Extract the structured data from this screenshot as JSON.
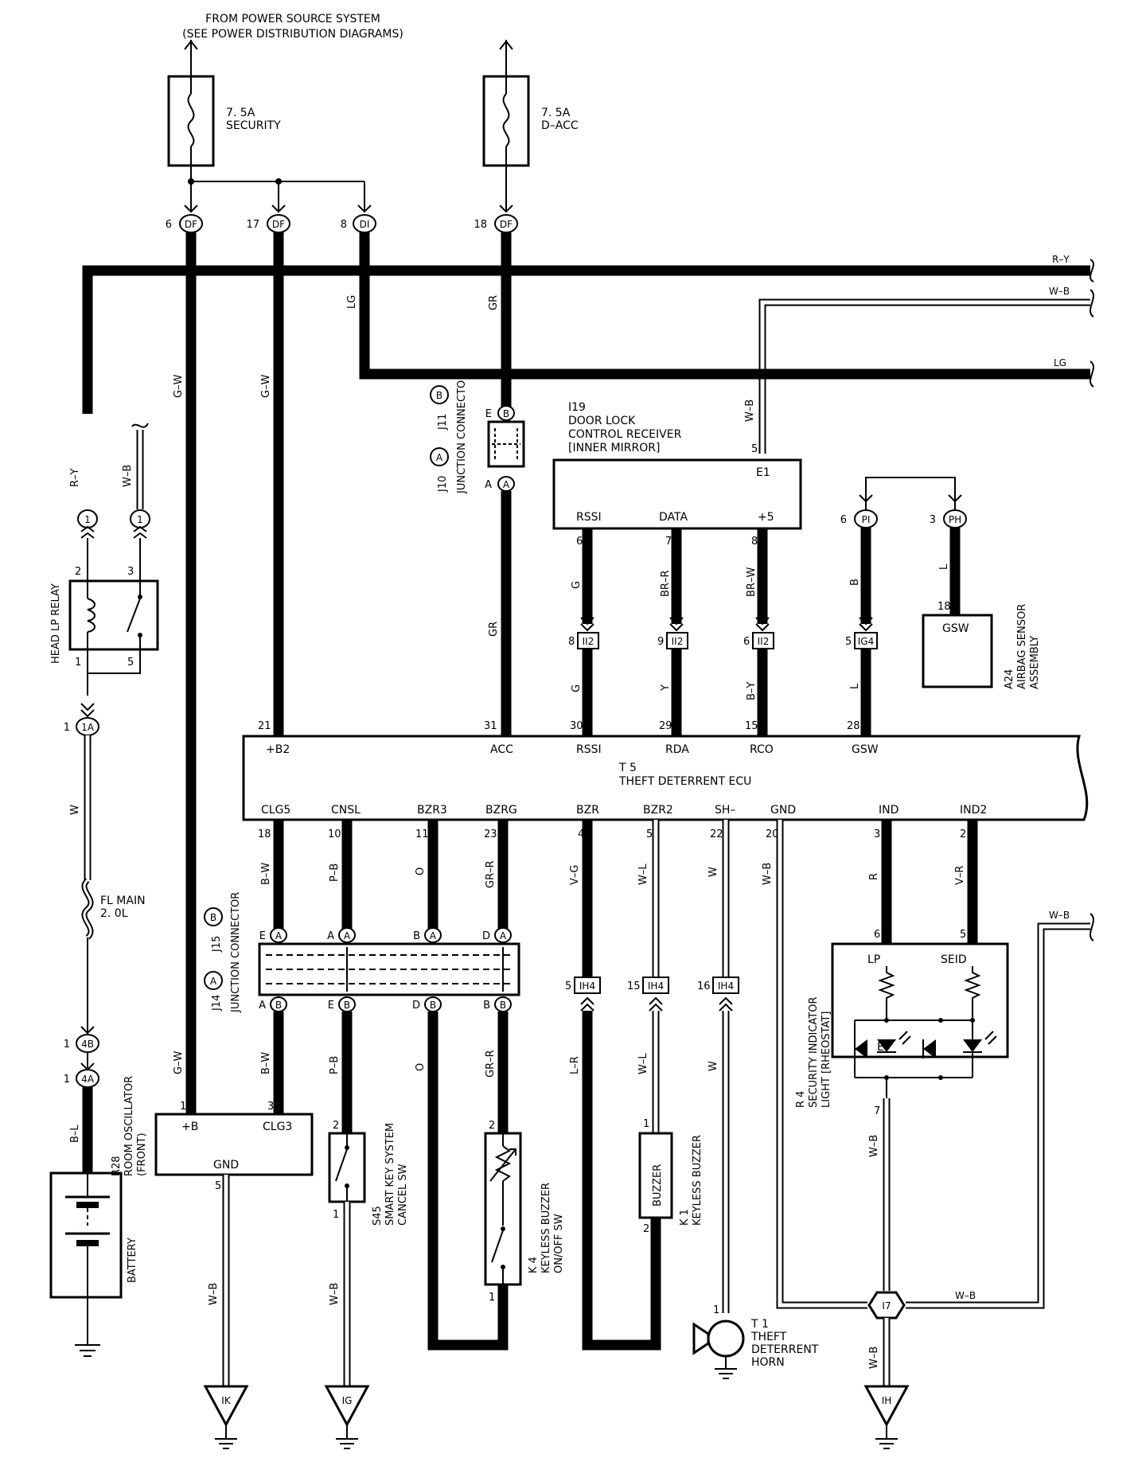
{
  "header": {
    "line1": "FROM POWER SOURCE SYSTEM",
    "line2": "(SEE POWER DISTRIBUTION DIAGRAMS)"
  },
  "fuses": [
    {
      "rating": "7. 5A",
      "name": "SECURITY"
    },
    {
      "rating": "7. 5A",
      "name": "D–ACC"
    },
    {
      "rating": "FL MAIN",
      "name": "2. 0L"
    }
  ],
  "junction_pins": {
    "df6": {
      "pin": "6",
      "id": "DF"
    },
    "df17": {
      "pin": "17",
      "id": "DF"
    },
    "di8": {
      "pin": "8",
      "id": "DI"
    },
    "df18": {
      "pin": "18",
      "id": "DF"
    }
  },
  "bus_wires": [
    {
      "color": "R–Y"
    },
    {
      "color": "W–B"
    },
    {
      "color": "LG"
    }
  ],
  "wire_colors": {
    "gw": "G–W",
    "lg": "LG",
    "gr": "GR",
    "wb": "W–B",
    "ry": "R–Y",
    "w": "W",
    "bl": "B–L",
    "g": "G",
    "brr": "BR–R",
    "brw": "BR–W",
    "b": "B",
    "l": "L",
    "y": "Y",
    "by": "B–Y",
    "bw": "B–W",
    "pb": "P–B",
    "o": "O",
    "grr": "GR–R",
    "vg": "V–G",
    "wl": "W–L",
    "r": "R",
    "vr": "V–R",
    "lr": "L–R"
  },
  "components": {
    "head_relay": {
      "name": "HEAD LP RELAY"
    },
    "battery": {
      "name": "BATTERY"
    },
    "junction_top": {
      "j11": "J11",
      "j10": "J10",
      "label": "JUNCTION CONNECTOR"
    },
    "door_lock": {
      "id": "I19",
      "line1": "DOOR LOCK",
      "line2": "CONTROL RECEIVER",
      "line3": "[INNER MIRROR]",
      "e1": "E1",
      "rssi": "RSSI",
      "data": "DATA",
      "p5": "+5"
    },
    "airbag": {
      "id": "A24",
      "line1": "AIRBAG SENSOR",
      "line2": "ASSEMBLY",
      "gsw": "GSW"
    },
    "ecu": {
      "id": "T 5",
      "name": "THEFT DETERRENT ECU",
      "top_pins": [
        {
          "num": "21",
          "label": "+B2"
        },
        {
          "num": "31",
          "label": "ACC"
        },
        {
          "num": "30",
          "label": "RSSI"
        },
        {
          "num": "29",
          "label": "RDA"
        },
        {
          "num": "15",
          "label": "RCO"
        },
        {
          "num": "28",
          "label": "GSW"
        }
      ],
      "bottom_pins": [
        {
          "num": "18",
          "label": "CLG5"
        },
        {
          "num": "10",
          "label": "CNSL"
        },
        {
          "num": "11",
          "label": "BZR3"
        },
        {
          "num": "23",
          "label": "BZRG"
        },
        {
          "num": "4",
          "label": "BZR"
        },
        {
          "num": "5",
          "label": "BZR2"
        },
        {
          "num": "22",
          "label": "SH–"
        },
        {
          "num": "20",
          "label": "GND"
        },
        {
          "num": "3",
          "label": "IND"
        },
        {
          "num": "2",
          "label": "IND2"
        }
      ]
    },
    "junction_bottom": {
      "j15": "J15",
      "j14": "J14",
      "label": "JUNCTION CONNECTOR"
    },
    "room_osc": {
      "id": "R28",
      "line1": "ROOM OSCILLATOR",
      "line2": "(FRONT)",
      "b": "+B",
      "clg3": "CLG3",
      "gnd": "GND"
    },
    "s45": {
      "id": "S45",
      "line1": "SMART KEY SYSTEM",
      "line2": "CANCEL SW"
    },
    "k4": {
      "id": "K 4",
      "line1": "KEYLESS BUZZER",
      "line2": "ON/OFF SW"
    },
    "k1": {
      "id": "K 1",
      "line1": "KEYLESS BUZZER",
      "buzzer": "BUZZER"
    },
    "t1": {
      "id": "T 1",
      "line1": "THEFT",
      "line2": "DETERRENT",
      "line3": "HORN"
    },
    "r4": {
      "id": "R 4",
      "line1": "SECURITY INDICATOR",
      "line2": "LIGHT [RHEOSTAT]",
      "lp": "LP",
      "seid": "SEID",
      "e": "E"
    }
  },
  "connectors": {
    "i2": "II2",
    "ig4": "IG4",
    "ih4": "IH4",
    "pi": "PI",
    "ph": "PH",
    "a1": "1A",
    "b4": "4B",
    "a4": "4A",
    "i7": "I7",
    "ik": "IK",
    "ig": "IG",
    "ih": "IH"
  },
  "letters": {
    "a": "A",
    "b": "B",
    "d": "D",
    "e": "E"
  },
  "pin_numbers": {
    "p1": "1",
    "p2": "2",
    "p3": "3",
    "p5": "5",
    "p6": "6",
    "p7": "7",
    "p8": "8",
    "p9": "9",
    "p15": "15",
    "p16": "16",
    "p18": "18"
  }
}
